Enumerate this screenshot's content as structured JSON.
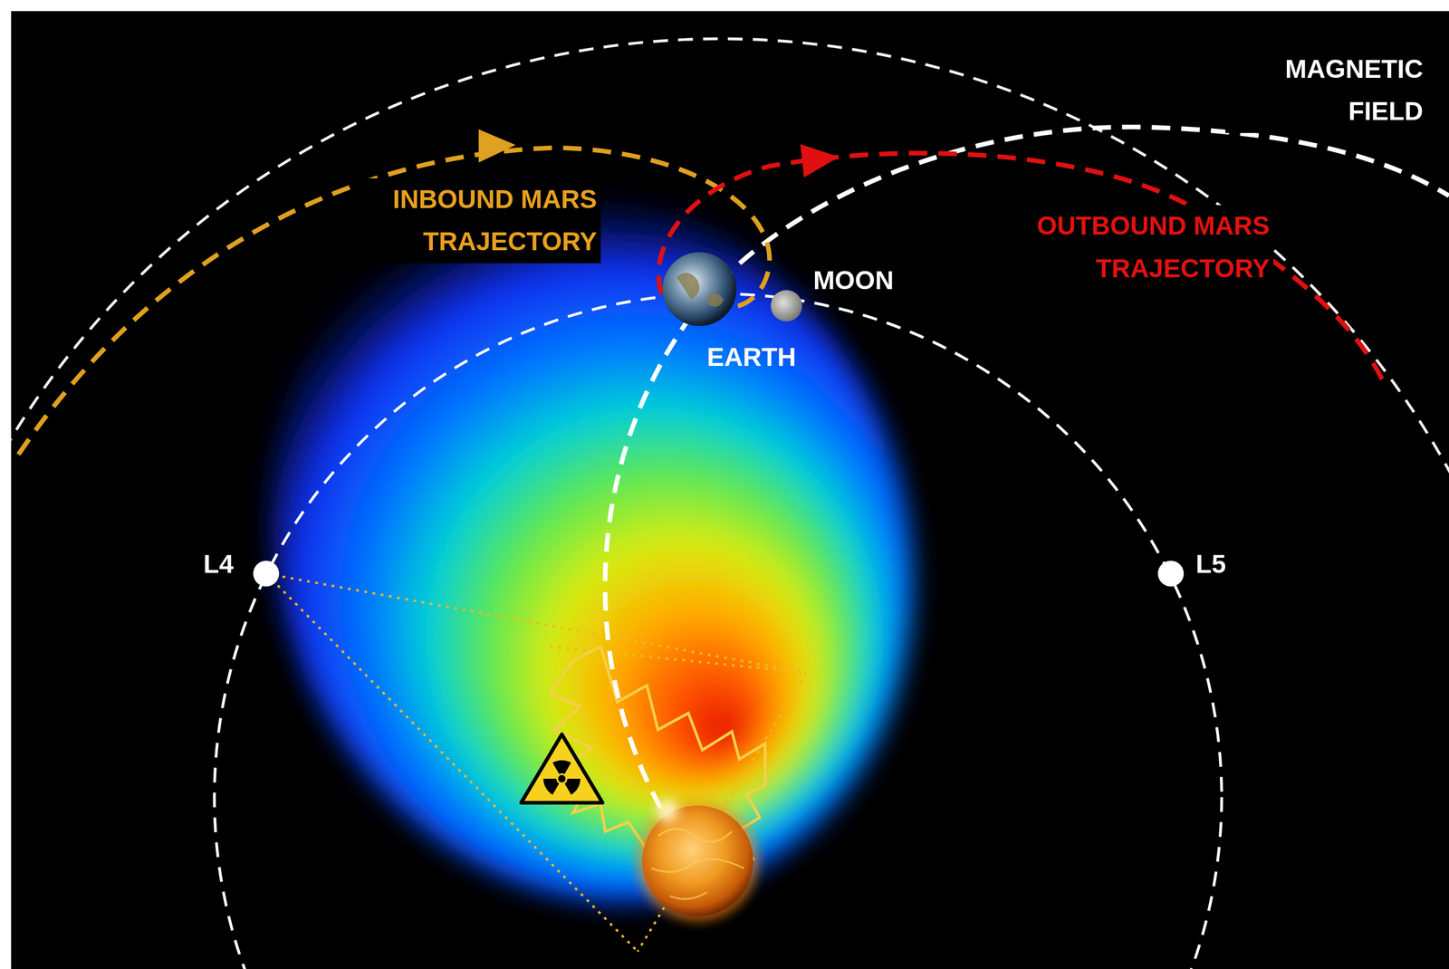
{
  "diagram": {
    "labels": [
      "MAGNETIC FIELD",
      "INBOUND MARS TRAJECTORY",
      "OUTBOUND MARS TRAJECTORY",
      "MOON",
      "EARTH",
      "L4",
      "L5"
    ]
  }
}
